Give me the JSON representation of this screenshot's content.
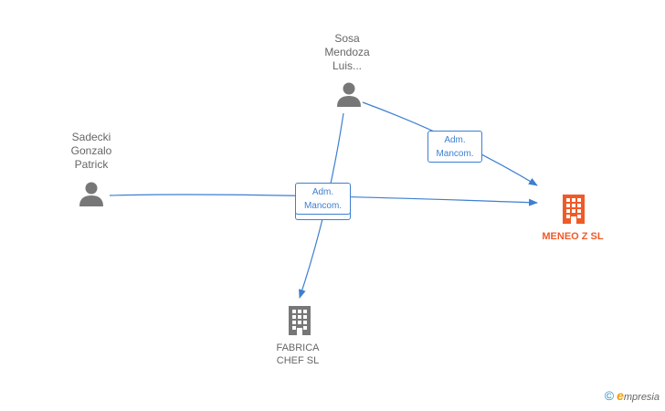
{
  "nodes": {
    "person_sosa": {
      "label_lines": [
        "Sosa",
        "Mendoza",
        "Luis..."
      ]
    },
    "person_sadecki": {
      "label_lines": [
        "Sadecki",
        "Gonzalo",
        "Patrick"
      ]
    },
    "company_meneo": {
      "label_lines": [
        "MENEO Z  SL"
      ],
      "color": "#f05a28"
    },
    "company_fabrica": {
      "label_lines": [
        "FABRICA",
        "CHEF  SL"
      ],
      "color": "#777777"
    }
  },
  "edge_labels": {
    "sosa_to_meneo": {
      "lines": [
        "Adm.",
        "Mancom."
      ]
    },
    "center_block": {
      "lines": [
        "Adm.",
        "Mancom."
      ]
    }
  },
  "colors": {
    "edge": "#3d7fd0",
    "person_icon": "#777777"
  },
  "brand": {
    "copyright": "©",
    "initial": "e",
    "name": "mpresia"
  }
}
